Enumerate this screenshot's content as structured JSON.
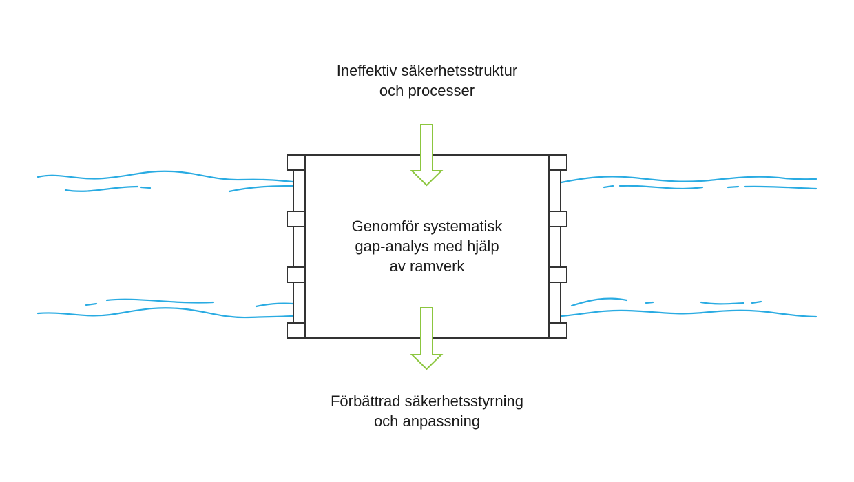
{
  "diagram": {
    "top_label": {
      "line1": "Ineffektiv säkerhetsstruktur",
      "line2": "och processer"
    },
    "center_label": {
      "line1": "Genomför systematisk",
      "line2": "gap-analys med hjälp",
      "line3": "av ramverk"
    },
    "bottom_label": {
      "line1": "Förbättrad säkerhetsstyrning",
      "line2": "och anpassning"
    },
    "colors": {
      "water": "#29abe2",
      "arrow": "#8cc63f",
      "outline": "#333333",
      "text": "#1a1a1a",
      "background": "#ffffff"
    },
    "icons": [
      "bridge-icon",
      "water-wave-icon",
      "arrow-down-icon"
    ]
  }
}
